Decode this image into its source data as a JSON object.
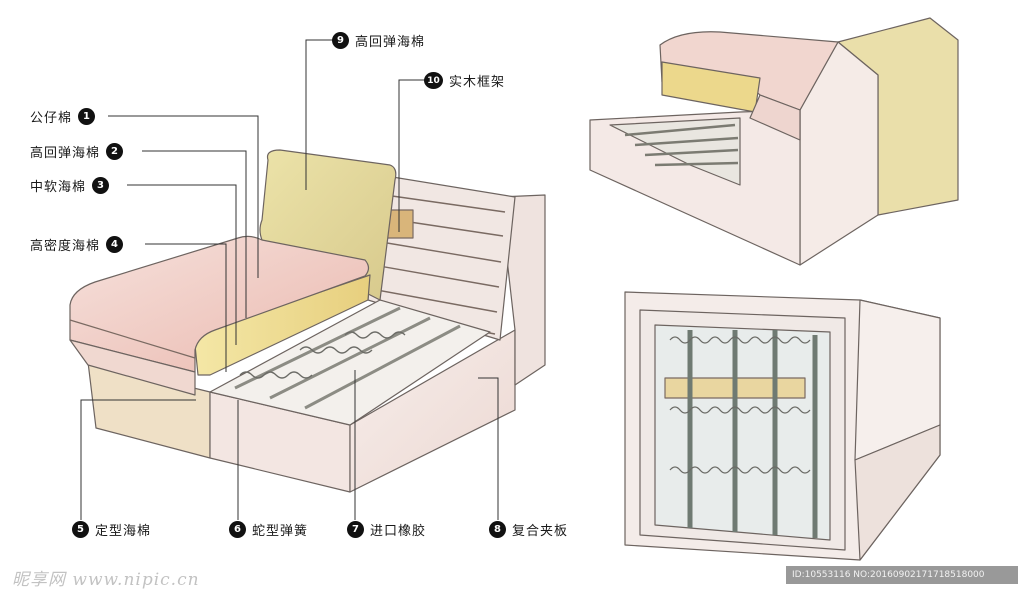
{
  "callouts": [
    {
      "num": "1",
      "text": "公仔棉"
    },
    {
      "num": "2",
      "text": "高回弹海棉"
    },
    {
      "num": "3",
      "text": "中软海棉"
    },
    {
      "num": "4",
      "text": "高密度海棉"
    },
    {
      "num": "5",
      "text": "定型海棉"
    },
    {
      "num": "6",
      "text": "蛇型弹簧"
    },
    {
      "num": "7",
      "text": "进口橡胶"
    },
    {
      "num": "8",
      "text": "复合夹板"
    },
    {
      "num": "9",
      "text": "高回弹海棉"
    },
    {
      "num": "10",
      "text": "实木框架"
    }
  ],
  "watermark": "昵享网 www.nipic.cn",
  "image_id": "ID:10553116 NO:20160902171718518000"
}
